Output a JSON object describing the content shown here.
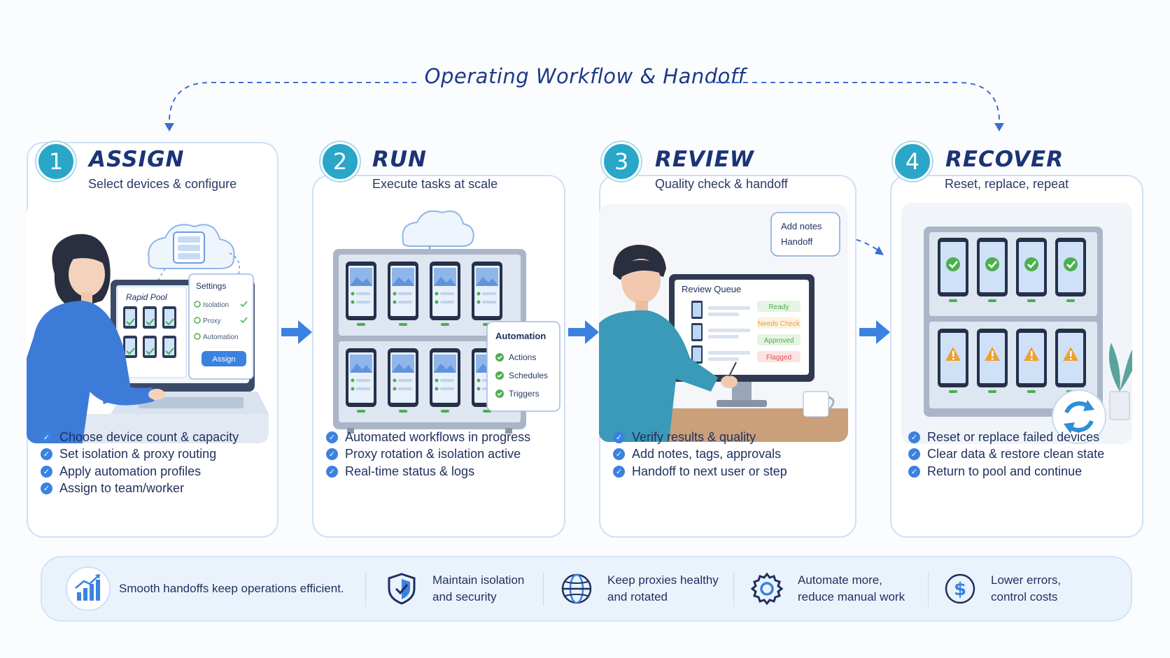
{
  "title": "Operating Workflow & Handoff",
  "steps": [
    {
      "number": "1",
      "title": "ASSIGN",
      "subtitle": "Select devices & configure",
      "illustration": {
        "panel_left_title": "Rapid Pool",
        "panel_right_title": "Settings",
        "options": [
          "Isolation",
          "Proxy",
          "Automation"
        ],
        "button": "Assign"
      },
      "bullets": [
        "Choose device count & capacity",
        "Set isolation & proxy routing",
        "Apply automation profiles",
        "Assign to team/worker"
      ]
    },
    {
      "number": "2",
      "title": "RUN",
      "subtitle": "Execute tasks at scale",
      "illustration": {
        "panel_title": "Automation",
        "items": [
          "Actions",
          "Schedules",
          "Triggers"
        ]
      },
      "bullets": [
        "Automated workflows in progress",
        "Proxy rotation & isolation active",
        "Real-time status & logs"
      ]
    },
    {
      "number": "3",
      "title": "REVIEW",
      "subtitle": "Quality check & handoff",
      "illustration": {
        "note_line1": "Add notes",
        "note_line2": "Handoff",
        "screen_title": "Review Queue",
        "tags": [
          "Ready",
          "Needs Check",
          "Approved",
          "Flagged"
        ]
      },
      "bullets": [
        "Verify results & quality",
        "Add notes, tags, approvals",
        "Handoff to next user or step"
      ]
    },
    {
      "number": "4",
      "title": "RECOVER",
      "subtitle": "Reset, replace, repeat",
      "illustration": {},
      "bullets": [
        "Reset or replace failed devices",
        "Clear data & restore clean state",
        "Return to pool and continue"
      ]
    }
  ],
  "footer": [
    {
      "icon": "bar-chart-icon",
      "text1": "Smooth handoffs keep operations efficient.",
      "text2": ""
    },
    {
      "icon": "shield-icon",
      "text1": "Maintain isolation",
      "text2": "and security"
    },
    {
      "icon": "globe-icon",
      "text1": "Keep proxies healthy",
      "text2": "and rotated"
    },
    {
      "icon": "gear-icon",
      "text1": "Automate more,",
      "text2": "reduce manual work"
    },
    {
      "icon": "dollar-icon",
      "text1": "Lower errors,",
      "text2": "control costs"
    }
  ],
  "colors": {
    "accent": "#2aa6c8",
    "primary": "#3b82e0",
    "title": "#1d3a8a",
    "ready": "#4caf50",
    "needs_check": "#f0a030",
    "flagged": "#e05050"
  }
}
